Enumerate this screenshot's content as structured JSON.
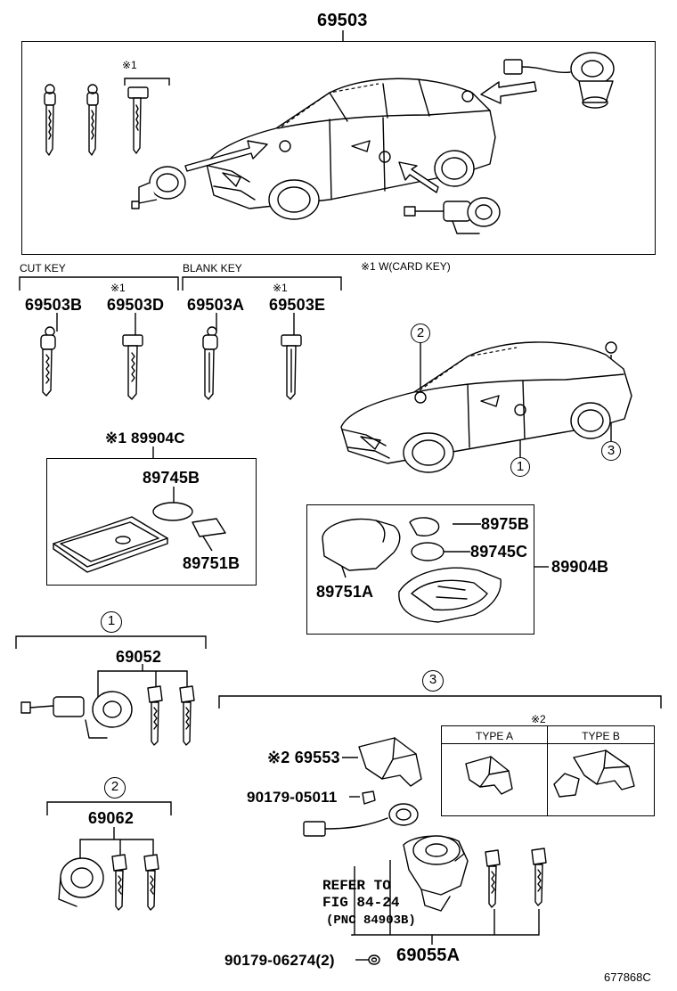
{
  "top": {
    "part_number": "69503",
    "card_key_note": "※1 W(CARD KEY)",
    "asterisk1": "※1"
  },
  "groups": {
    "cut_key_header": "CUT KEY",
    "blank_key_header": "BLANK KEY"
  },
  "keys": [
    {
      "number": "69503B",
      "note": ""
    },
    {
      "number": "69503D",
      "note": "※1"
    },
    {
      "number": "69503A",
      "note": ""
    },
    {
      "number": "69503E",
      "note": "※1"
    }
  ],
  "card_kit": {
    "number": "※1 89904C",
    "parts": [
      "89745B",
      "89751B"
    ]
  },
  "fob_kit": {
    "number": "89904B",
    "parts": [
      "8975B",
      "89745C",
      "89751A"
    ]
  },
  "locations": [
    "1",
    "2",
    "3"
  ],
  "section1": {
    "marker": "1",
    "number": "69052"
  },
  "section2": {
    "marker": "2",
    "number": "69062"
  },
  "section3": {
    "marker": "3",
    "type_note": "※2",
    "type_a": "TYPE A",
    "type_b": "TYPE B",
    "parts": {
      "cover": "※2 69553",
      "screw": "90179-05011",
      "bolt": "90179-06274(2)",
      "cylinder": "69055A"
    },
    "refer": [
      "REFER TO",
      "FIG 84-24",
      "(PNC 84903B)"
    ]
  },
  "footer": {
    "figure_code": "677868C"
  }
}
